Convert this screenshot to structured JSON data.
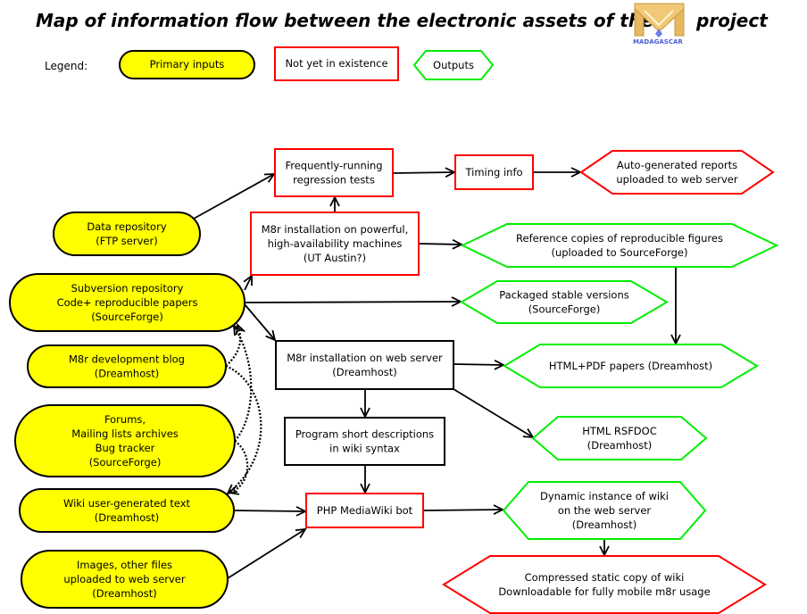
{
  "title": {
    "before_logo": "Map of information flow between the electronic assets of the",
    "after_logo": "project",
    "logo_text": "MADAGASCAR"
  },
  "legend": {
    "label": "Legend:",
    "items": [
      {
        "kind": "primary_input",
        "label": "Primary inputs"
      },
      {
        "kind": "not_yet",
        "label": "Not yet in existence"
      },
      {
        "kind": "output",
        "label": "Outputs"
      }
    ]
  },
  "colors": {
    "primary_input_fill": "#ffff00",
    "primary_input_stroke": "#000000",
    "not_yet_stroke": "#ff0000",
    "output_stroke": "#00ee00",
    "existing_stroke": "#000000",
    "edge": "#000000",
    "logo_gold": "#e8b860"
  },
  "nodes": [
    {
      "id": "data_repo",
      "kind": "primary_input",
      "lines": [
        "Data repository",
        "(FTP server)"
      ]
    },
    {
      "id": "svn_repo",
      "kind": "primary_input",
      "lines": [
        "Subversion repository",
        "Code+ reproducible papers",
        "(SourceForge)"
      ]
    },
    {
      "id": "dev_blog",
      "kind": "primary_input",
      "lines": [
        "M8r development blog",
        "(Dreamhost)"
      ]
    },
    {
      "id": "forums",
      "kind": "primary_input",
      "lines": [
        "Forums,",
        "Mailing lists archives",
        "Bug tracker",
        "(SourceForge)"
      ]
    },
    {
      "id": "wiki_text",
      "kind": "primary_input",
      "lines": [
        "Wiki user-generated text",
        "(Dreamhost)"
      ]
    },
    {
      "id": "images",
      "kind": "primary_input",
      "lines": [
        "Images, other files",
        "uploaded to web server",
        "(Dreamhost)"
      ]
    },
    {
      "id": "regression",
      "kind": "not_yet",
      "lines": [
        "Frequently-running",
        "regression tests"
      ]
    },
    {
      "id": "timing",
      "kind": "not_yet",
      "lines": [
        "Timing info"
      ]
    },
    {
      "id": "auto_reports",
      "kind": "not_yet_output",
      "lines": [
        "Auto-generated reports",
        "uploaded to web server"
      ]
    },
    {
      "id": "powerful_install",
      "kind": "not_yet",
      "lines": [
        "M8r installation on powerful,",
        "high-availability machines",
        "(UT Austin?)"
      ]
    },
    {
      "id": "ref_figures",
      "kind": "output",
      "lines": [
        "Reference copies of reproducible figures",
        "(uploaded to SourceForge)"
      ]
    },
    {
      "id": "packaged",
      "kind": "output",
      "lines": [
        "Packaged stable versions",
        "(SourceForge)"
      ]
    },
    {
      "id": "web_install",
      "kind": "existing",
      "lines": [
        "M8r installation on web server",
        "(Dreamhost)"
      ]
    },
    {
      "id": "html_pdf",
      "kind": "output",
      "lines": [
        "HTML+PDF papers (Dreamhost)"
      ]
    },
    {
      "id": "rsfdoc",
      "kind": "output",
      "lines": [
        "HTML RSFDOC",
        "(Dreamhost)"
      ]
    },
    {
      "id": "prog_desc",
      "kind": "existing",
      "lines": [
        "Program short descriptions",
        "in wiki syntax"
      ]
    },
    {
      "id": "wiki_bot",
      "kind": "not_yet",
      "lines": [
        "PHP MediaWiki bot"
      ]
    },
    {
      "id": "dyn_wiki",
      "kind": "output",
      "lines": [
        "Dynamic instance of wiki",
        "on the web server",
        "(Dreamhost)"
      ]
    },
    {
      "id": "static_wiki",
      "kind": "not_yet_output",
      "lines": [
        "Compressed static copy of wiki",
        "Downloadable for fully mobile m8r usage"
      ]
    }
  ],
  "edges": [
    {
      "from": "data_repo",
      "to": "regression",
      "style": "solid"
    },
    {
      "from": "regression",
      "to": "timing",
      "style": "solid"
    },
    {
      "from": "timing",
      "to": "auto_reports",
      "style": "solid"
    },
    {
      "from": "powerful_install",
      "to": "regression",
      "style": "solid"
    },
    {
      "from": "powerful_install",
      "to": "ref_figures",
      "style": "solid"
    },
    {
      "from": "svn_repo",
      "to": "powerful_install",
      "style": "solid"
    },
    {
      "from": "svn_repo",
      "to": "packaged",
      "style": "solid"
    },
    {
      "from": "svn_repo",
      "to": "web_install",
      "style": "solid"
    },
    {
      "from": "ref_figures",
      "to": "html_pdf",
      "style": "solid"
    },
    {
      "from": "web_install",
      "to": "html_pdf",
      "style": "solid"
    },
    {
      "from": "web_install",
      "to": "rsfdoc",
      "style": "solid"
    },
    {
      "from": "web_install",
      "to": "prog_desc",
      "style": "solid"
    },
    {
      "from": "prog_desc",
      "to": "wiki_bot",
      "style": "solid"
    },
    {
      "from": "wiki_text",
      "to": "wiki_bot",
      "style": "solid"
    },
    {
      "from": "images",
      "to": "wiki_bot",
      "style": "solid"
    },
    {
      "from": "wiki_bot",
      "to": "dyn_wiki",
      "style": "solid"
    },
    {
      "from": "dyn_wiki",
      "to": "static_wiki",
      "style": "solid"
    },
    {
      "from": "dev_blog",
      "to": "wiki_text",
      "style": "dotted"
    },
    {
      "from": "forums",
      "to": "svn_repo",
      "style": "dotted"
    },
    {
      "from": "dev_blog",
      "to": "svn_repo",
      "style": "dotted"
    },
    {
      "from": "forums",
      "to": "wiki_text",
      "style": "dotted"
    }
  ]
}
